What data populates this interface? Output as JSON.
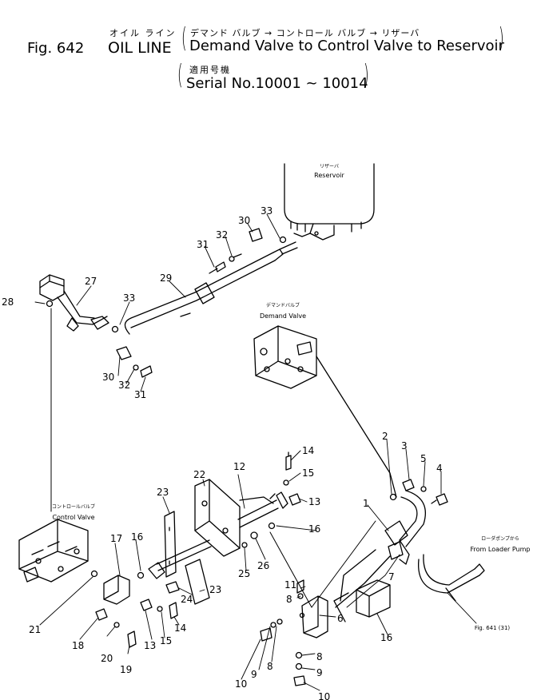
{
  "header": {
    "figure_label": "Fig. 642",
    "title_jp": "オイル ライン",
    "title_en": "OIL LINE",
    "subtitle_jp": "デマンド バルブ → コントロール バルブ → リザーバ",
    "subtitle_en": "Demand Valve to Control Valve to Reservoir",
    "serial_jp": "適用号機",
    "serial_en": "Serial No.10001 ~ 10014"
  },
  "components": {
    "reservoir_jp": "リザーバ",
    "reservoir_en": "Reservoir",
    "demand_valve_jp": "デマンドバルブ",
    "demand_valve_en": "Demand Valve",
    "control_valve_jp": "コントロールバルブ",
    "control_valve_en": "Control Valve",
    "loader_pump_jp": "ローダポンプから",
    "loader_pump_en": "From Loader Pump",
    "fig_ref": "Fig. 641 (31)"
  },
  "callouts": {
    "c1": "1",
    "c2": "2",
    "c3": "3",
    "c4": "4",
    "c5": "5",
    "c6": "6",
    "c7": "7",
    "c8a": "8",
    "c8b": "8",
    "c8c": "8",
    "c9a": "9",
    "c9b": "9",
    "c10a": "10",
    "c10b": "10",
    "c11": "11",
    "c12": "12",
    "c13a": "13",
    "c13b": "13",
    "c14a": "14",
    "c14b": "14",
    "c15a": "15",
    "c15b": "15",
    "c16a": "16",
    "c16b": "16",
    "c16c": "16",
    "c17": "17",
    "c18": "18",
    "c19": "19",
    "c20": "20",
    "c21": "21",
    "c22": "22",
    "c23a": "23",
    "c23b": "23",
    "c24": "24",
    "c25": "25",
    "c26": "26",
    "c27": "27",
    "c28": "28",
    "c29": "29",
    "c30a": "30",
    "c30b": "30",
    "c31a": "31",
    "c31b": "31",
    "c32a": "32",
    "c32b": "32",
    "c33a": "33",
    "c33b": "33"
  }
}
